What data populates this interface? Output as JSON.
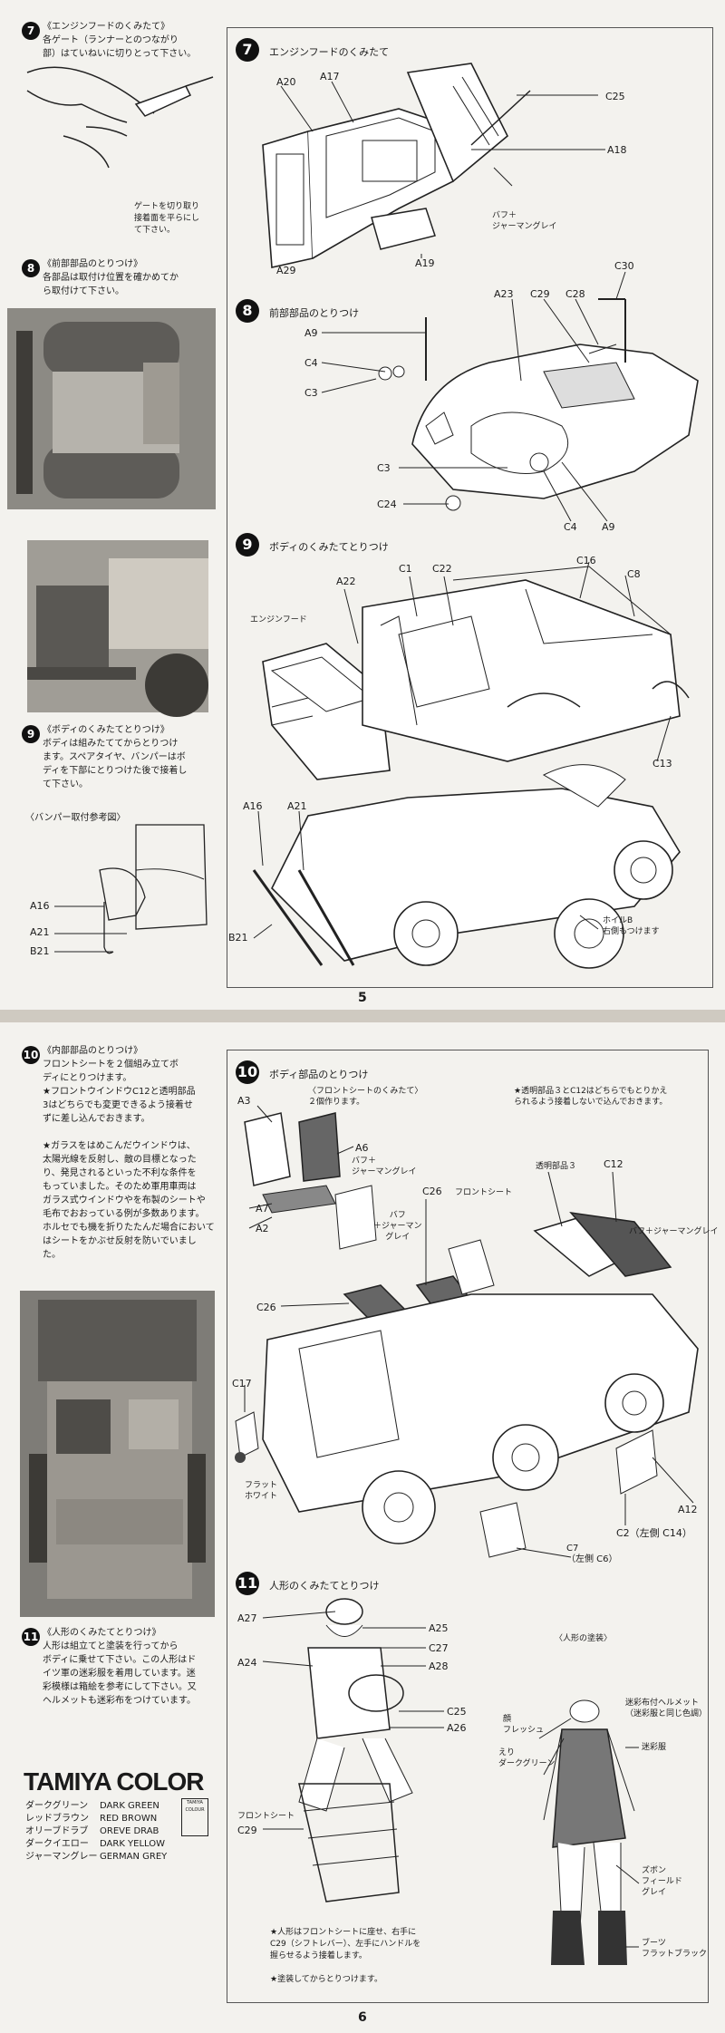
{
  "page5": {
    "left_step7": {
      "num": "7",
      "text": "《エンジンフードのくみたて》\n各ゲート（ランナーとのつながり\n部）はていねいに切りとって下さい。",
      "caption": "ゲートを切り取り\n接着面を平らにし\nて下さい。"
    },
    "left_step8": {
      "num": "8",
      "text": "《前部部品のとりつけ》\n各部品は取付け位置を確かめてか\nら取付けて下さい。"
    },
    "left_step9": {
      "num": "9",
      "text": "《ボディのくみたてとりつけ》\nボディは組みたててからとりつけ\nます。スペアタイヤ、バンパーはボ\nディを下部にとりつけた後で接着し\nて下さい。",
      "bumper_ref": "〈バンパー取付参考図〉",
      "labels": [
        "A16",
        "A21",
        "B21"
      ]
    },
    "step7": {
      "num": "7",
      "title": "エンジンフードのくみたて",
      "labels": {
        "a20": "A20",
        "a17": "A17",
        "c25": "C25",
        "a18": "A18",
        "a29": "A29",
        "a19": "A19"
      },
      "paint_note": "バフ＋\nジャーマングレイ"
    },
    "step8": {
      "num": "8",
      "title": "前部部品のとりつけ",
      "labels": {
        "a23": "A23",
        "c29": "C29",
        "c28": "C28",
        "c30": "C30",
        "a9_top": "A9",
        "c4_top": "C4",
        "c3_top": "C3",
        "c3_bottom": "C3",
        "c24": "C24",
        "c4_bottom": "C4",
        "a9_bottom": "A9"
      }
    },
    "step9": {
      "num": "9",
      "title": "ボディのくみたてとりつけ",
      "labels": {
        "a22": "A22",
        "c1": "C1",
        "c22": "C22",
        "c16": "C16",
        "c8": "C8",
        "c13": "C13",
        "engine_hood": "エンジンフード",
        "a16": "A16",
        "a21": "A21",
        "b21": "B21",
        "wheel_b": "ホイルB\n右側もつけます"
      }
    },
    "page_number": "5"
  },
  "page6": {
    "left_step10": {
      "num": "10",
      "text": "《内部部品のとりつけ》\nフロントシートを２個組み立てボ\nディにとりつけます。\n★フロントウインドウC12と透明部品\n3はどちらでも変更できるよう接着せ\nずに差し込んでおきます。\n\n★ガラスをはめこんだウインドウは、\n太陽光線を反射し、敵の目標となった\nり、発見されるといった不利な条件を\nもっていました。そのため軍用車両は\nガラス式ウインドウやを布製のシートや\n毛布でおおっている例が多数あります。\nホルセでも機を折りたたんだ場合において\nはシートをかぶせ反射を防いでいまし\nた。"
    },
    "left_step11": {
      "num": "11",
      "text": "《人形のくみたてとりつけ》\n人形は組立てと塗装を行ってから\nボディに乗せて下さい。この人形はド\nイツ軍の迷彩服を着用しています。迷\n彩模様は箱絵を参考にして下さい。又\nヘルメットも迷彩布をつけています。"
    },
    "tamiya_color": {
      "title": "TAMIYA COLOR",
      "logo": "TAMIYA COLOUR",
      "rows": [
        {
          "jp": "ダークグリーン",
          "en": "DARK GREEN"
        },
        {
          "jp": "レッドブラウン",
          "en": "RED BROWN"
        },
        {
          "jp": "オリーブドラブ",
          "en": "OREVE DRAB"
        },
        {
          "jp": "ダークイエロー",
          "en": "DARK YELLOW"
        },
        {
          "jp": "ジャーマングレー",
          "en": "GERMAN GREY"
        }
      ]
    },
    "step10": {
      "num": "10",
      "title": "ボディ部品のとりつけ",
      "subtitle": "〈フロントシートのくみたて〉\n２個作ります。",
      "note": "★透明部品３とC12はどちらでもとりかえ\nられるよう接着しないで込んでおきます。",
      "labels": {
        "a3": "A3",
        "a6": "A6",
        "a7": "A7",
        "a2": "A2",
        "c26_top": "C26",
        "front_seat": "フロントシート",
        "clear3": "透明部品３",
        "c12": "C12",
        "c26": "C26",
        "c17": "C17",
        "a12": "A12",
        "c2": "C2（左側 C14）",
        "c7": "C7\n（左側 C6）"
      },
      "paint_buff_grey": "バフ＋\nジャーマングレイ",
      "paint_buff_grey2": "バフ\n＋ジャーマン\nグレイ",
      "paint_buff_grey3": "バフ＋ジャーマングレイ",
      "paint_flat_white": "フラット\nホワイト"
    },
    "step11": {
      "num": "11",
      "title": "人形のくみたてとりつけ",
      "labels": {
        "a27": "A27",
        "a25": "A25",
        "c27": "C27",
        "a24": "A24",
        "a28": "A28",
        "c25": "C25",
        "a26": "A26",
        "front_seat": "フロントシート",
        "c29": "C29"
      },
      "painting_title": "〈人形の塗装〉",
      "paint_notes": {
        "helmet": "迷彩布付ヘルメット\n（迷彩服と同じ色調）",
        "face": "顔\nフレッシュ",
        "collar": "えり\nダークグリーン",
        "camo": "迷彩服",
        "trousers": "ズボン\nフィールド\nグレイ",
        "boots": "ブーツ\nフラットブラック"
      },
      "notes": "★人形はフロントシートに座せ、右手に\nC29（シフトレバー）、左手にハンドルを\n握らせるよう接着します。\n\n★塗装してからとりつけます。"
    },
    "page_number": "6"
  }
}
